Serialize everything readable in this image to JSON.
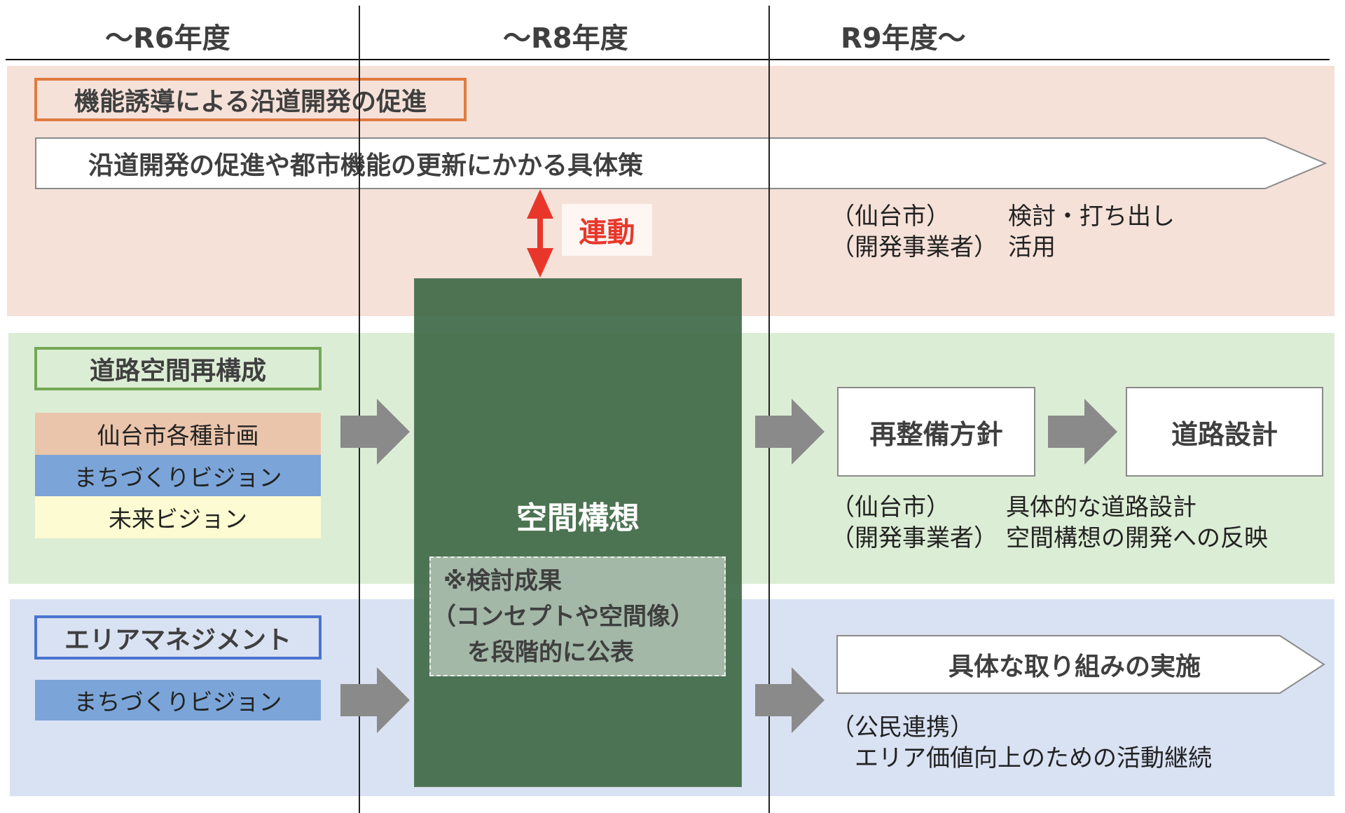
{
  "header": {
    "periods": [
      "〜R6年度",
      "〜R8年度",
      "R9年度〜"
    ]
  },
  "colors": {
    "pink_band": "#f5e1d8",
    "green_band": "#dcedd5",
    "blue_band": "#d9e2f3",
    "orange_border": "#e07a40",
    "green_border": "#73a856",
    "blue_border": "#4a74cf",
    "central_block": "#4a6f50",
    "arrow_gray": "#8a8a8a",
    "link_red": "#e8372a"
  },
  "section_development": {
    "label": "機能誘導による沿道開発の促進",
    "banner": "沿道開発の促進や都市機能の更新にかかる具体策",
    "link_label": "連動",
    "notes": [
      {
        "actor": "（仙台市）",
        "action": "検討・打ち出し"
      },
      {
        "actor": "（開発事業者）",
        "action": "活用"
      }
    ]
  },
  "section_road": {
    "label": "道路空間再構成",
    "inputs": [
      "仙台市各種計画",
      "まちづくりビジョン",
      "未来ビジョン"
    ],
    "steps": [
      "再整備方針",
      "道路設計"
    ],
    "notes": [
      {
        "actor": "（仙台市）",
        "action": "具体的な道路設計"
      },
      {
        "actor": "（開発事業者）",
        "action": "空間構想の開発への反映"
      }
    ]
  },
  "central": {
    "title": "空間構想",
    "note_lines": [
      "※検討成果",
      "（コンセプトや空間像）",
      "　を段階的に公表"
    ]
  },
  "section_area": {
    "label": "エリアマネジメント",
    "inputs": [
      "まちづくりビジョン"
    ],
    "banner": "具体な取り組みの実施",
    "notes": [
      "（公民連携）",
      "　エリア価値向上のための活動継続"
    ]
  }
}
